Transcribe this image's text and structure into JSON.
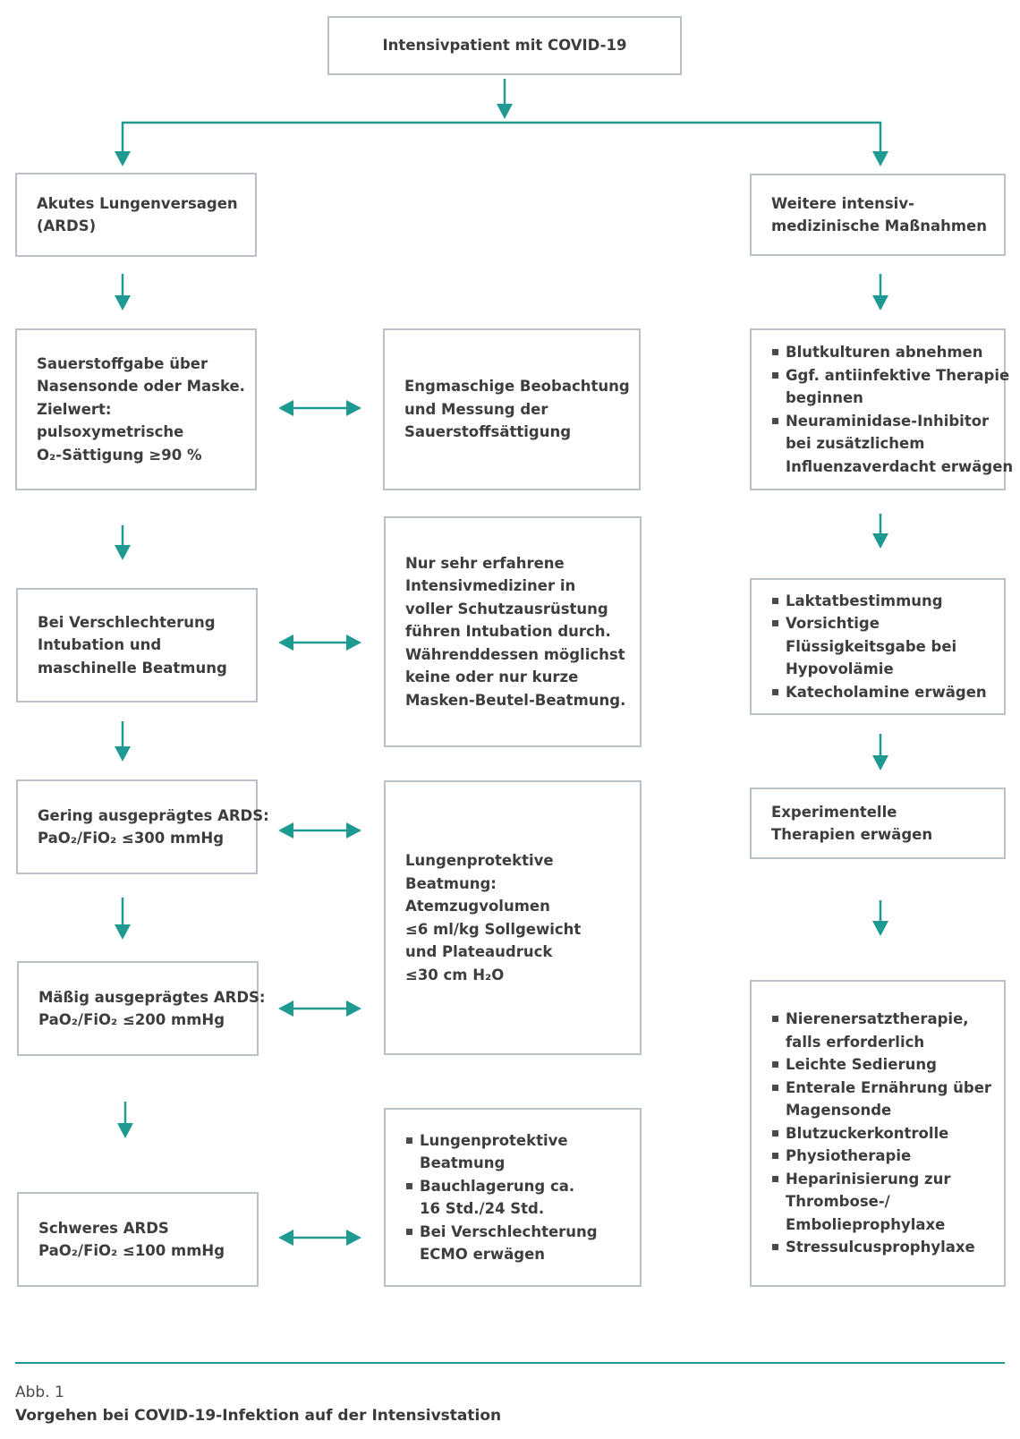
{
  "accent_color": "#1e9a93",
  "border_color": "#b9c0c7",
  "nodes": {
    "root": {
      "lines": [
        "Intensivpatient mit COVID-19"
      ]
    },
    "ards": {
      "lines": [
        "Akutes Lungenversagen",
        "(ARDS)"
      ]
    },
    "weitere": {
      "lines": [
        "Weitere intensiv-",
        "medizinische Maßnahmen"
      ]
    },
    "sauerstoff": {
      "lines": [
        "Sauerstoffgabe über",
        "Nasensonde oder Maske.",
        "Zielwert:",
        "pulsoxymetrische",
        "O₂-Sättigung ≥90 %"
      ]
    },
    "beobachtung": {
      "lines": [
        "Engmaschige Beobachtung",
        "und Messung der",
        "Sauerstoffsättigung"
      ]
    },
    "blutkulturen": {
      "items": [
        [
          "Blutkulturen abnehmen"
        ],
        [
          "Ggf. antiinfektive Therapie",
          "beginnen"
        ],
        [
          "Neuraminidase-Inhibitor",
          "bei zusätzlichem",
          "Influenzaverdacht erwägen"
        ]
      ]
    },
    "verschlechterung": {
      "lines": [
        "Bei Verschlechterung",
        "Intubation und",
        "maschinelle Beatmung"
      ]
    },
    "erfahrene": {
      "lines": [
        "Nur sehr erfahrene",
        "Intensivmediziner in",
        "voller Schutzausrüstung",
        "führen Intubation durch.",
        "Währenddessen möglichst",
        "keine oder nur kurze",
        "Masken-Beutel-Beatmung."
      ]
    },
    "laktat": {
      "items": [
        [
          "Laktatbestimmung"
        ],
        [
          "Vorsichtige",
          "Flüssigkeitsgabe bei",
          "Hypovolämie"
        ],
        [
          "Katecholamine erwägen"
        ]
      ]
    },
    "gering": {
      "lines": [
        "Gering ausgeprägtes ARDS:",
        "PaO₂/FiO₂ ≤300 mmHg"
      ]
    },
    "lungenprotektiv": {
      "lines": [
        "Lungenprotektive",
        "Beatmung:",
        "Atemzugvolumen",
        "≤6 ml/kg Sollgewicht",
        "und Plateaudruck",
        "≤30 cm H₂O"
      ]
    },
    "experimentelle": {
      "lines": [
        "Experimentelle",
        "Therapien erwägen"
      ]
    },
    "maessig": {
      "lines": [
        "Mäßig ausgeprägtes ARDS:",
        "PaO₂/FiO₂ ≤200 mmHg"
      ]
    },
    "niere": {
      "items": [
        [
          "Nierenersatztherapie,",
          "falls erforderlich"
        ],
        [
          "Leichte Sedierung"
        ],
        [
          "Enterale Ernährung über",
          "Magensonde"
        ],
        [
          "Blutzuckerkontrolle"
        ],
        [
          "Physiotherapie"
        ],
        [
          "Heparinisierung zur",
          "Thrombose-/",
          "Embolieprophylaxe"
        ],
        [
          "Stressulcusprophylaxe"
        ]
      ]
    },
    "schwer": {
      "lines": [
        "Schweres ARDS",
        "PaO₂/FiO₂ ≤100 mmHg"
      ]
    },
    "bauch": {
      "items": [
        [
          "Lungenprotektive",
          "Beatmung"
        ],
        [
          "Bauchlagerung ca.",
          "16 Std./24 Std."
        ],
        [
          "Bei Verschlechterung",
          "ECMO erwägen"
        ]
      ]
    }
  },
  "figure": {
    "number": "Abb. 1",
    "title": "Vorgehen bei COVID-19-Infektion auf der Intensivstation"
  }
}
